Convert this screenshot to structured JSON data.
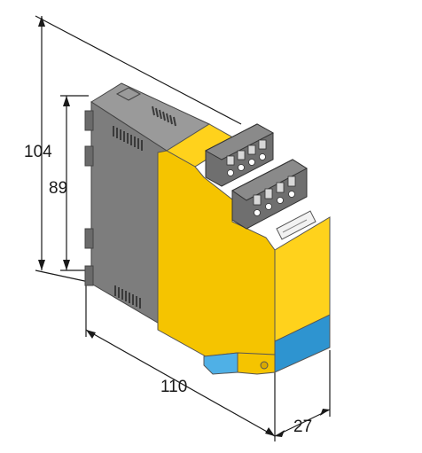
{
  "dimensions": {
    "height_overall": "104",
    "height_body": "89",
    "depth": "110",
    "width": "27"
  },
  "colors": {
    "housing_yellow": "#f5c400",
    "housing_yellow_light": "#ffd21c",
    "housing_yellow_dark": "#d9a900",
    "base_blue": "#2e94d0",
    "base_blue_light": "#4fb0e6",
    "body_gray": "#7d7d7d",
    "body_gray_dark": "#5e5e5e",
    "terminal_gray": "#6f6f6f",
    "dimension_line": "#1a1a1a"
  }
}
